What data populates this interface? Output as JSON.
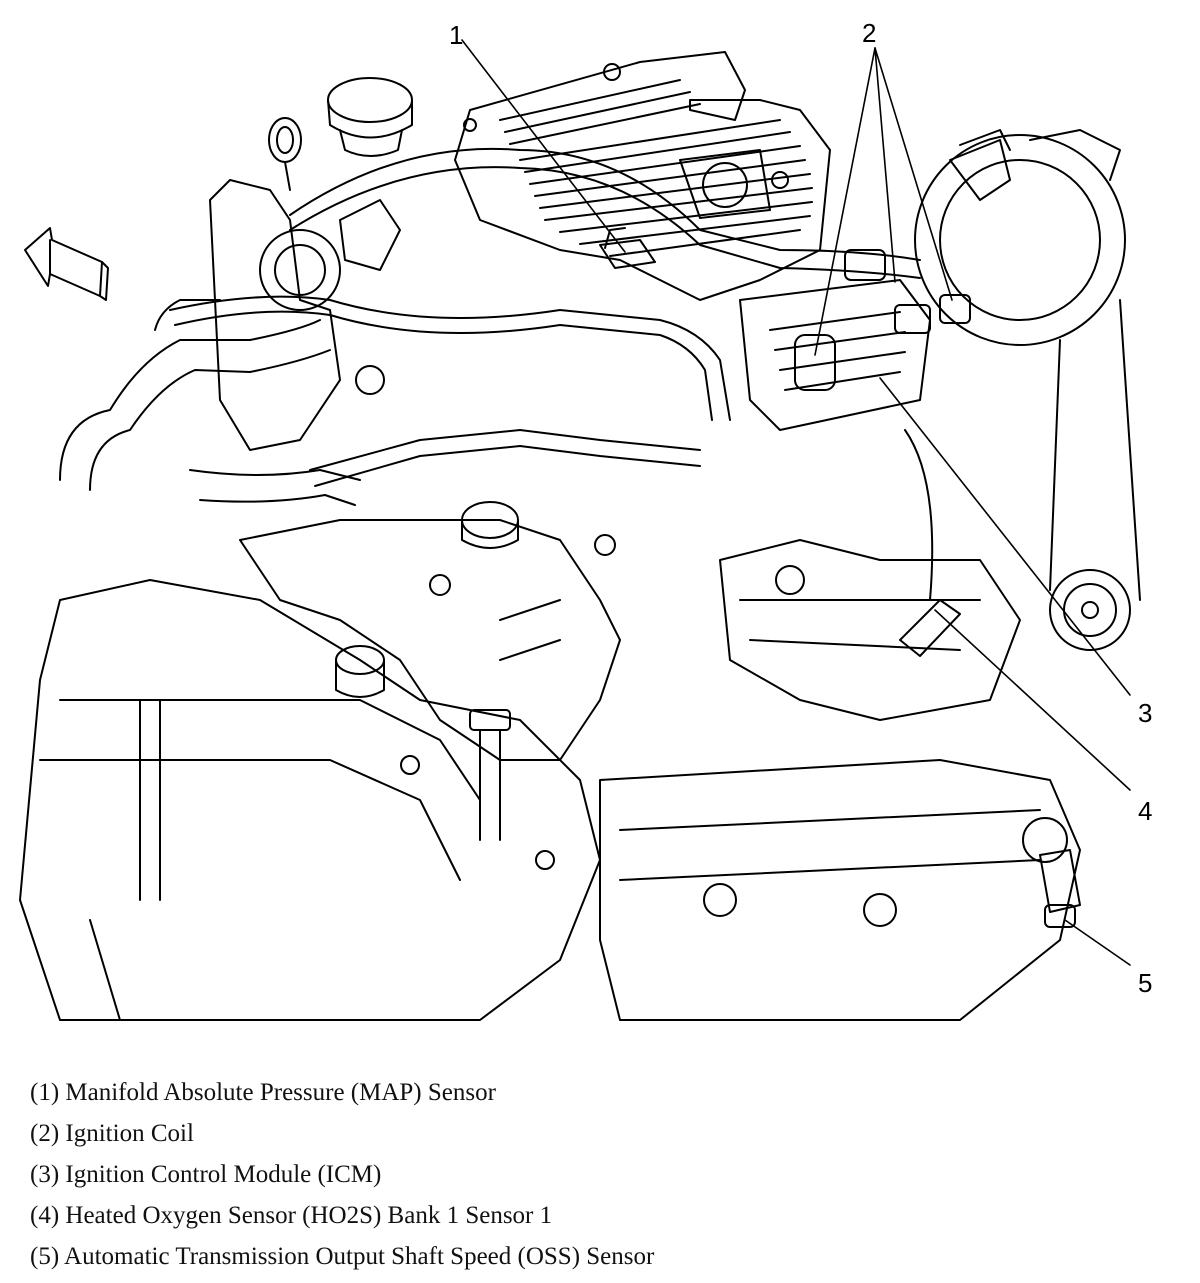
{
  "callouts": [
    {
      "id": "1",
      "label": "1"
    },
    {
      "id": "2",
      "label": "2"
    },
    {
      "id": "3",
      "label": "3"
    },
    {
      "id": "4",
      "label": "4"
    },
    {
      "id": "5",
      "label": "5"
    }
  ],
  "legend": [
    {
      "num": "(1)",
      "text": "Manifold Absolute Pressure (MAP) Sensor"
    },
    {
      "num": "(2)",
      "text": "Ignition Coil"
    },
    {
      "num": "(3)",
      "text": "Ignition Control Module (ICM)"
    },
    {
      "num": "(4)",
      "text": "Heated Oxygen Sensor (HO2S) Bank 1 Sensor 1"
    },
    {
      "num": "(5)",
      "text": "Automatic Transmission Output Shaft Speed (OSS) Sensor"
    }
  ],
  "colors": {
    "ink": "#000000",
    "paper": "#ffffff"
  },
  "icons": [
    "front-direction-arrow-icon"
  ]
}
